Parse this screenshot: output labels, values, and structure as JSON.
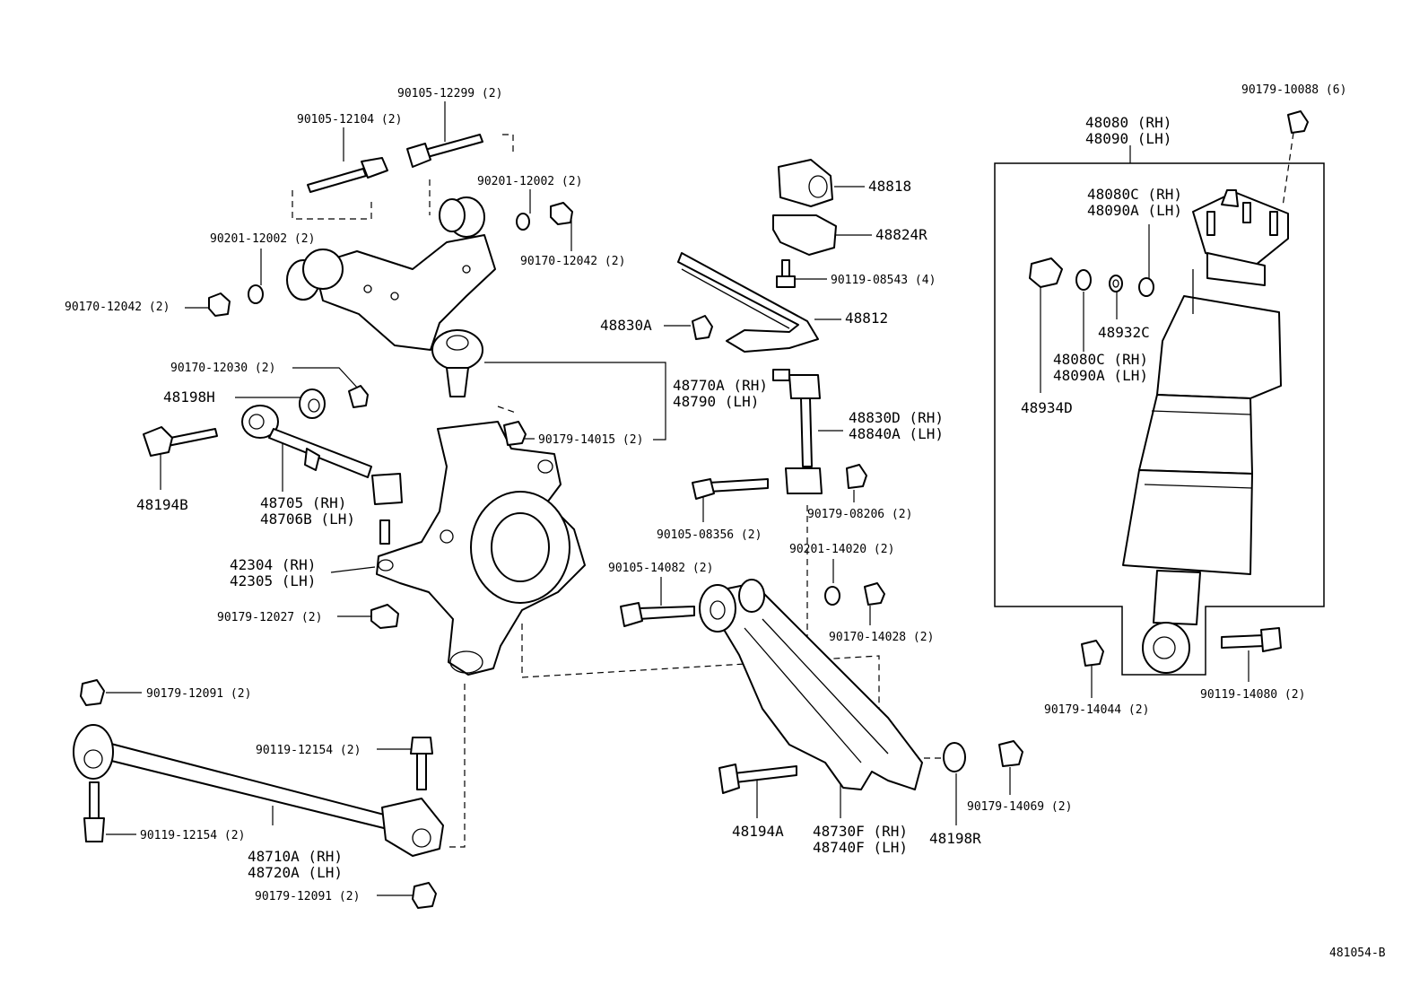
{
  "labels": {
    "bolt_90105_12299": "90105-12299 (2)",
    "bolt_90105_12104": "90105-12104 (2)",
    "washer_90201_12002_r": "90201-12002 (2)",
    "nut_90170_12042_r": "90170-12042 (2)",
    "washer_90201_12002_l": "90201-12002 (2)",
    "nut_90170_12042_l": "90170-12042 (2)",
    "nut_90170_12030": "90170-12030 (2)",
    "bush_48198H": "48198H",
    "bolt_48194B": "48194B",
    "arm_48705": "48705  (RH)",
    "arm_48706B": "48706B (LH)",
    "knuckle_42304": "42304 (RH)",
    "knuckle_42305": "42305 (LH)",
    "nut_90179_12027": "90179-12027 (2)",
    "nut_90179_12091_top": "90179-12091 (2)",
    "bolt_90119_12154_a": "90119-12154 (2)",
    "bolt_90119_12154_b": "90119-12154 (2)",
    "arm_48710A": "48710A (RH)",
    "arm_48720A": "48720A (LH)",
    "nut_90179_12091_bot": "90179-12091 (2)",
    "arm_48770A": "48770A (RH)",
    "arm_48790": "48790  (LH)",
    "nut_90179_14015": "90179-14015 (2)",
    "bush_48818": "48818",
    "bracket_48824R": "48824R",
    "bolt_90119_08543": "90119-08543 (4)",
    "stab_48812": "48812",
    "nut_48830A": "48830A",
    "link_48830D": "48830D (RH)",
    "link_48840A": "48840A (LH)",
    "nut_90179_08206": "90179-08206 (2)",
    "bolt_90105_08356": "90105-08356 (2)",
    "washer_90201_14020": "90201-14020 (2)",
    "bolt_90105_14082": "90105-14082 (2)",
    "nut_90170_14028": "90170-14028 (2)",
    "bolt_48194A": "48194A",
    "arm_48730F": "48730F (RH)",
    "arm_48740F": "48740F (LH)",
    "bush_48198R": "48198R",
    "nut_90179_14069": "90179-14069 (2)",
    "nut_90179_10088": "90179-10088 (6)",
    "shock_48080": "48080 (RH)",
    "shock_48090": "48090 (LH)",
    "ring_48080C_top": "48080C (RH)",
    "ring_48090A_top": "48090A (LH)",
    "ring_48932C": "48932C",
    "ring_48080C_bot": "48080C (RH)",
    "ring_48090A_bot": "48090A (LH)",
    "clip_48934D": "48934D",
    "nut_90179_14044": "90179-14044 (2)",
    "bolt_90119_14080": "90119-14080 (2)",
    "diagram_code": "481054-B"
  }
}
